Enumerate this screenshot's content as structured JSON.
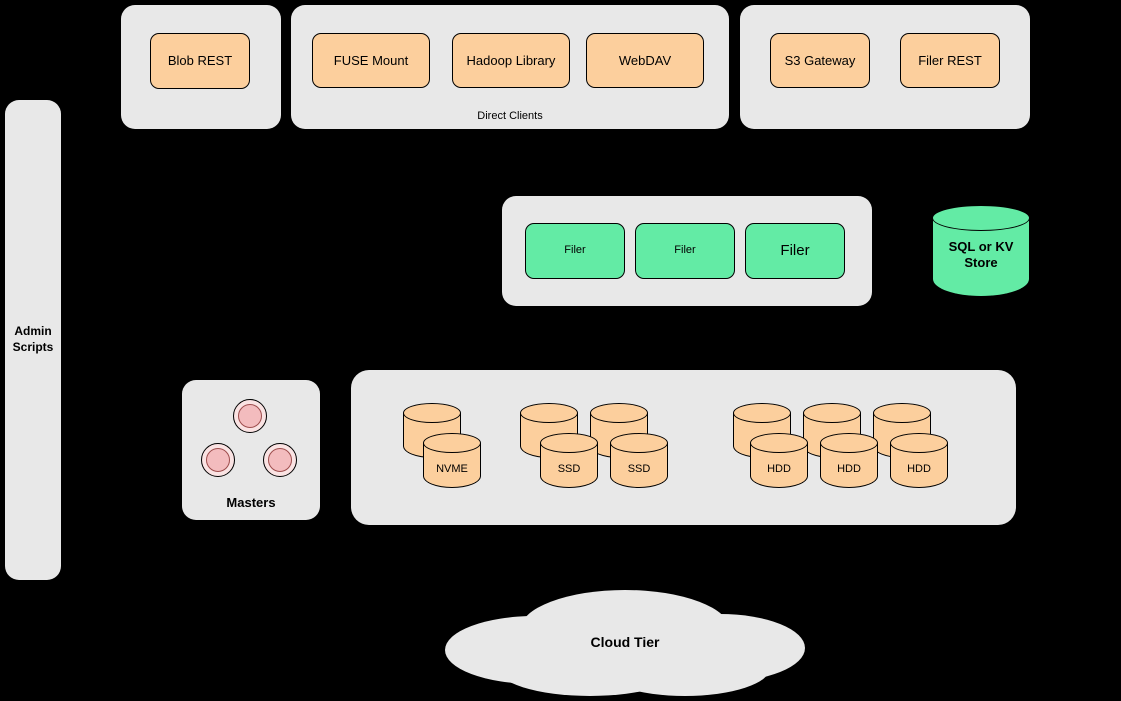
{
  "colors": {
    "background": "#000000",
    "panel": "#e8e8e8",
    "node_orange": "#fccf9d",
    "node_green": "#63eba5",
    "node_pink": "#f3bcbe",
    "outline": "#000000"
  },
  "top_row": {
    "blob_group": {
      "items": [
        {
          "label": "Blob REST"
        }
      ]
    },
    "direct_clients_group": {
      "caption": "Direct Clients",
      "items": [
        {
          "label": "FUSE Mount"
        },
        {
          "label": "Hadoop Library"
        },
        {
          "label": "WebDAV"
        }
      ]
    },
    "gateway_group": {
      "items": [
        {
          "label": "S3 Gateway"
        },
        {
          "label": "Filer REST"
        }
      ]
    }
  },
  "admin_scripts": {
    "label": "Admin Scripts"
  },
  "filer_group": {
    "items": [
      {
        "label": "Filer"
      },
      {
        "label": "Filer"
      },
      {
        "label": "Filer"
      }
    ]
  },
  "sql_store": {
    "label": "SQL or KV Store"
  },
  "masters": {
    "label": "Masters"
  },
  "volume_servers": {
    "nvme_labels": [
      "NVME"
    ],
    "ssd_labels": [
      "SSD",
      "SSD"
    ],
    "hdd_labels": [
      "HDD",
      "HDD",
      "HDD"
    ]
  },
  "cloud_tier": {
    "label": "Cloud Tier"
  }
}
